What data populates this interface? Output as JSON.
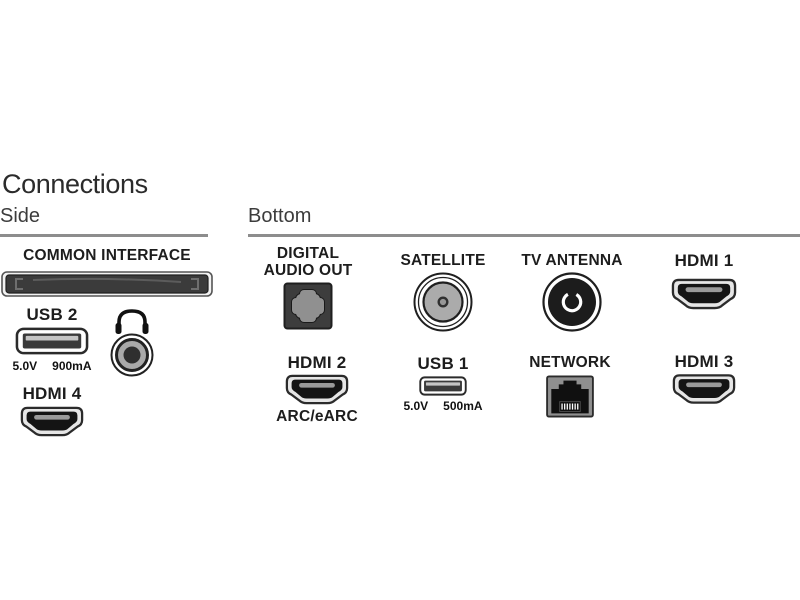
{
  "page": {
    "title": "Connections",
    "background": "#ffffff"
  },
  "colors": {
    "heading_text": "#3c3c3c",
    "underline": "#8d8d8d",
    "label_text": "#1d1d1d",
    "port_dark": "#3a3a3a",
    "port_outline": "#2b2b2b",
    "port_gray": "#909090"
  },
  "sections": {
    "side": {
      "heading": "Side",
      "ports": {
        "common_interface": {
          "label": "COMMON INTERFACE"
        },
        "usb2": {
          "label": "USB 2",
          "spec_voltage": "5.0V",
          "spec_current": "900mA"
        },
        "headphones": {
          "name": "headphone-jack"
        },
        "hdmi4": {
          "label": "HDMI 4"
        }
      }
    },
    "bottom": {
      "heading": "Bottom",
      "ports": {
        "digital_audio": {
          "label_line1": "DIGITAL",
          "label_line2": "AUDIO OUT"
        },
        "satellite": {
          "label": "SATELLITE"
        },
        "tv_antenna": {
          "label": "TV ANTENNA"
        },
        "hdmi1": {
          "label": "HDMI 1"
        },
        "hdmi2": {
          "label": "HDMI 2",
          "sublabel": "ARC/eARC"
        },
        "usb1": {
          "label": "USB 1",
          "spec_voltage": "5.0V",
          "spec_current": "500mA"
        },
        "network": {
          "label": "NETWORK"
        },
        "hdmi3": {
          "label": "HDMI 3"
        }
      }
    }
  }
}
